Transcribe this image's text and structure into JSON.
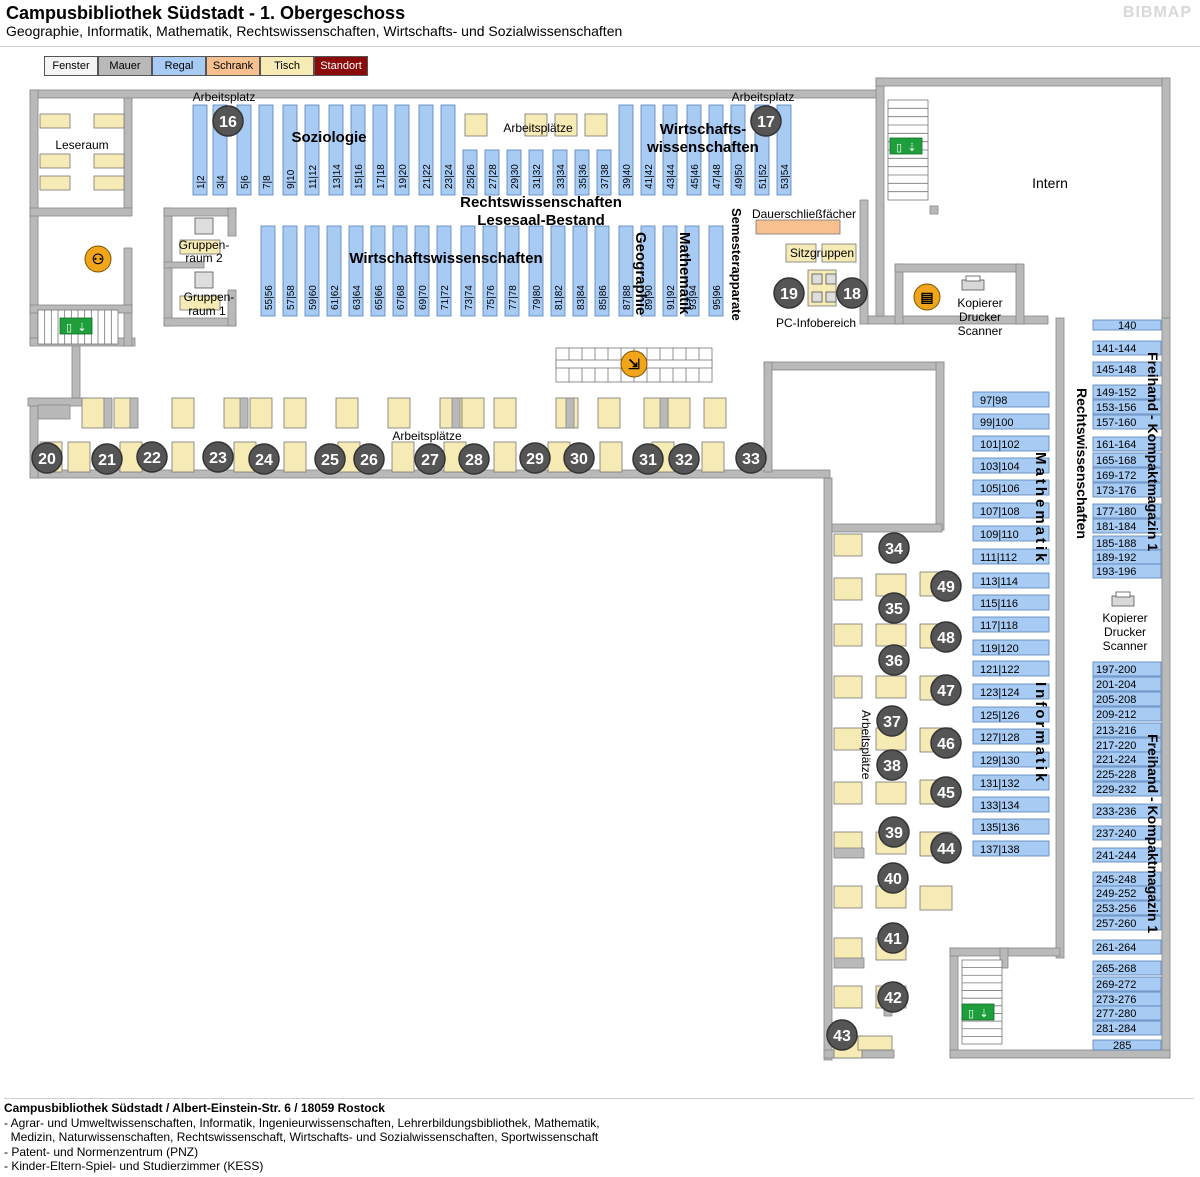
{
  "header": {
    "title": "Campusbibliothek Südstadt - 1. Obergeschoss",
    "subtitle": "Geographie, Informatik, Mathematik, Rechtswissenschaften, Wirtschafts- und Sozialwissenschaften",
    "brand": "BIBMAP"
  },
  "legend": [
    {
      "label": "Fenster",
      "color": "#f4f4f4",
      "text": "#000"
    },
    {
      "label": "Mauer",
      "color": "#b9b9b9",
      "text": "#000"
    },
    {
      "label": "Regal",
      "color": "#a8cbf4",
      "text": "#000"
    },
    {
      "label": "Schrank",
      "color": "#f7c08e",
      "text": "#000"
    },
    {
      "label": "Tisch",
      "color": "#f6ebb4",
      "text": "#000"
    },
    {
      "label": "Standort",
      "color": "#8b0a0a",
      "text": "#fff"
    }
  ],
  "colors": {
    "wall": "#b9b9b9",
    "shelf": "#a8cbf4",
    "table": "#f6ebb4",
    "cabinet": "#f7c08e",
    "marker": "#555555",
    "exit": "#1e9f3c",
    "icon": "#f1a51b"
  },
  "rooms": {
    "leseraum": "Leseraum",
    "intern": "Intern",
    "gruppenraum_2": [
      "Gruppen-",
      "raum 2"
    ],
    "gruppenraum_1": [
      "Gruppen-",
      "raum 1"
    ],
    "pc_info": "PC-Infobereich",
    "dauerschliessfaecher": "Dauerschließfächer",
    "sitzgruppen": "Sitzgruppen",
    "semesterapparate": "Semesterapparate",
    "copier_top": [
      "Kopierer",
      "Drucker",
      "Scanner"
    ],
    "copier_right": [
      "Kopierer",
      "Drucker",
      "Scanner"
    ]
  },
  "labels": {
    "arbeitsplatz_16": "Arbeitsplatz",
    "arbeitsplatz_17": "Arbeitsplatz",
    "arbeitsplaetze_top": "Arbeitsplätze",
    "arbeitsplaetze_row": "Arbeitsplätze",
    "arbeitsplaetze_vertical": "Arbeitsplätze",
    "soziologie": "Soziologie",
    "wiwi_top": [
      "Wirtschafts-",
      "wissenschaften"
    ],
    "rewi": [
      "Rechtswissenschaften",
      "Lesesaal-Bestand"
    ],
    "wiwi_mid": "Wirtschaftswissenschaften",
    "geographie": "Geographie",
    "mathematik_vert": "Mathematik",
    "mathematik_right": "Mathematik",
    "informatik_right": "Informatik",
    "rewi_right": "Rechtswissenschaften",
    "freihand_1": "Freihand - Kompaktmagazin 1",
    "freihand_2": "Freihand - Kompaktmagazin 1"
  },
  "shelves_top": [
    "1|2",
    "3|4",
    "5|6",
    "7|8",
    "9|10",
    "11|12",
    "13|14",
    "15|16",
    "17|18",
    "19|20",
    "21|22",
    "23|24",
    "25|26",
    "27|28",
    "29|30",
    "31|32",
    "33|34",
    "35|36",
    "37|38",
    "39|40",
    "41|42",
    "43|44",
    "45|46",
    "47|48",
    "49|50",
    "51|52",
    "53|54"
  ],
  "shelves_mid": [
    "55|56",
    "57|58",
    "59|60",
    "61|62",
    "63|64",
    "65|66",
    "67|68",
    "69|70",
    "71|72",
    "73|74",
    "75|76",
    "77|78",
    "79|80",
    "81|82",
    "83|84",
    "85|86",
    "87|88",
    "89|90",
    "91|92",
    "93|94",
    "95|96"
  ],
  "shelves_math_info": [
    "97|98",
    "99|100",
    "101|102",
    "103|104",
    "105|106",
    "107|108",
    "109|110",
    "111|112",
    "113|114",
    "115|116",
    "117|118",
    "119|120",
    "121|122",
    "123|124",
    "125|126",
    "127|128",
    "129|130",
    "131|132",
    "133|134",
    "135|136",
    "137|138"
  ],
  "shelves_kompakt_1": [
    "140",
    "141-144",
    "145-148",
    "149-152",
    "153-156",
    "157-160",
    "161-164",
    "165-168",
    "169-172",
    "173-176",
    "177-180",
    "181-184",
    "185-188",
    "189-192",
    "193-196"
  ],
  "shelves_kompakt_2": [
    "197-200",
    "201-204",
    "205-208",
    "209-212",
    "213-216",
    "217-220",
    "221-224",
    "225-228",
    "229-232",
    "233-236",
    "237-240",
    "241-244",
    "245-248",
    "249-252",
    "253-256",
    "257-260",
    "261-264",
    "265-268",
    "269-272",
    "273-276",
    "277-280",
    "281-284",
    "285"
  ],
  "markers": [
    "16",
    "17",
    "18",
    "19",
    "20",
    "21",
    "22",
    "23",
    "24",
    "25",
    "26",
    "27",
    "28",
    "29",
    "30",
    "31",
    "32",
    "33",
    "34",
    "35",
    "36",
    "37",
    "38",
    "39",
    "40",
    "41",
    "42",
    "43",
    "44",
    "45",
    "46",
    "47",
    "48",
    "49"
  ],
  "footer": {
    "title": "Campusbibliothek Südstadt / Albert-Einstein-Str. 6 / 18059 Rostock",
    "lines": [
      "- Agrar- und Umweltwissenschaften, Informatik, Ingenieurwissenschaften, Lehrerbildungsbibliothek, Mathematik,",
      "  Medizin, Naturwissenschaften, Rechtswissenschaft, Wirtschafts- und Sozialwissenschaften, Sportwissenschaft",
      "- Patent- und Normenzentrum (PNZ)",
      "- Kinder-Eltern-Spiel- und Studierzimmer (KESS)"
    ]
  }
}
